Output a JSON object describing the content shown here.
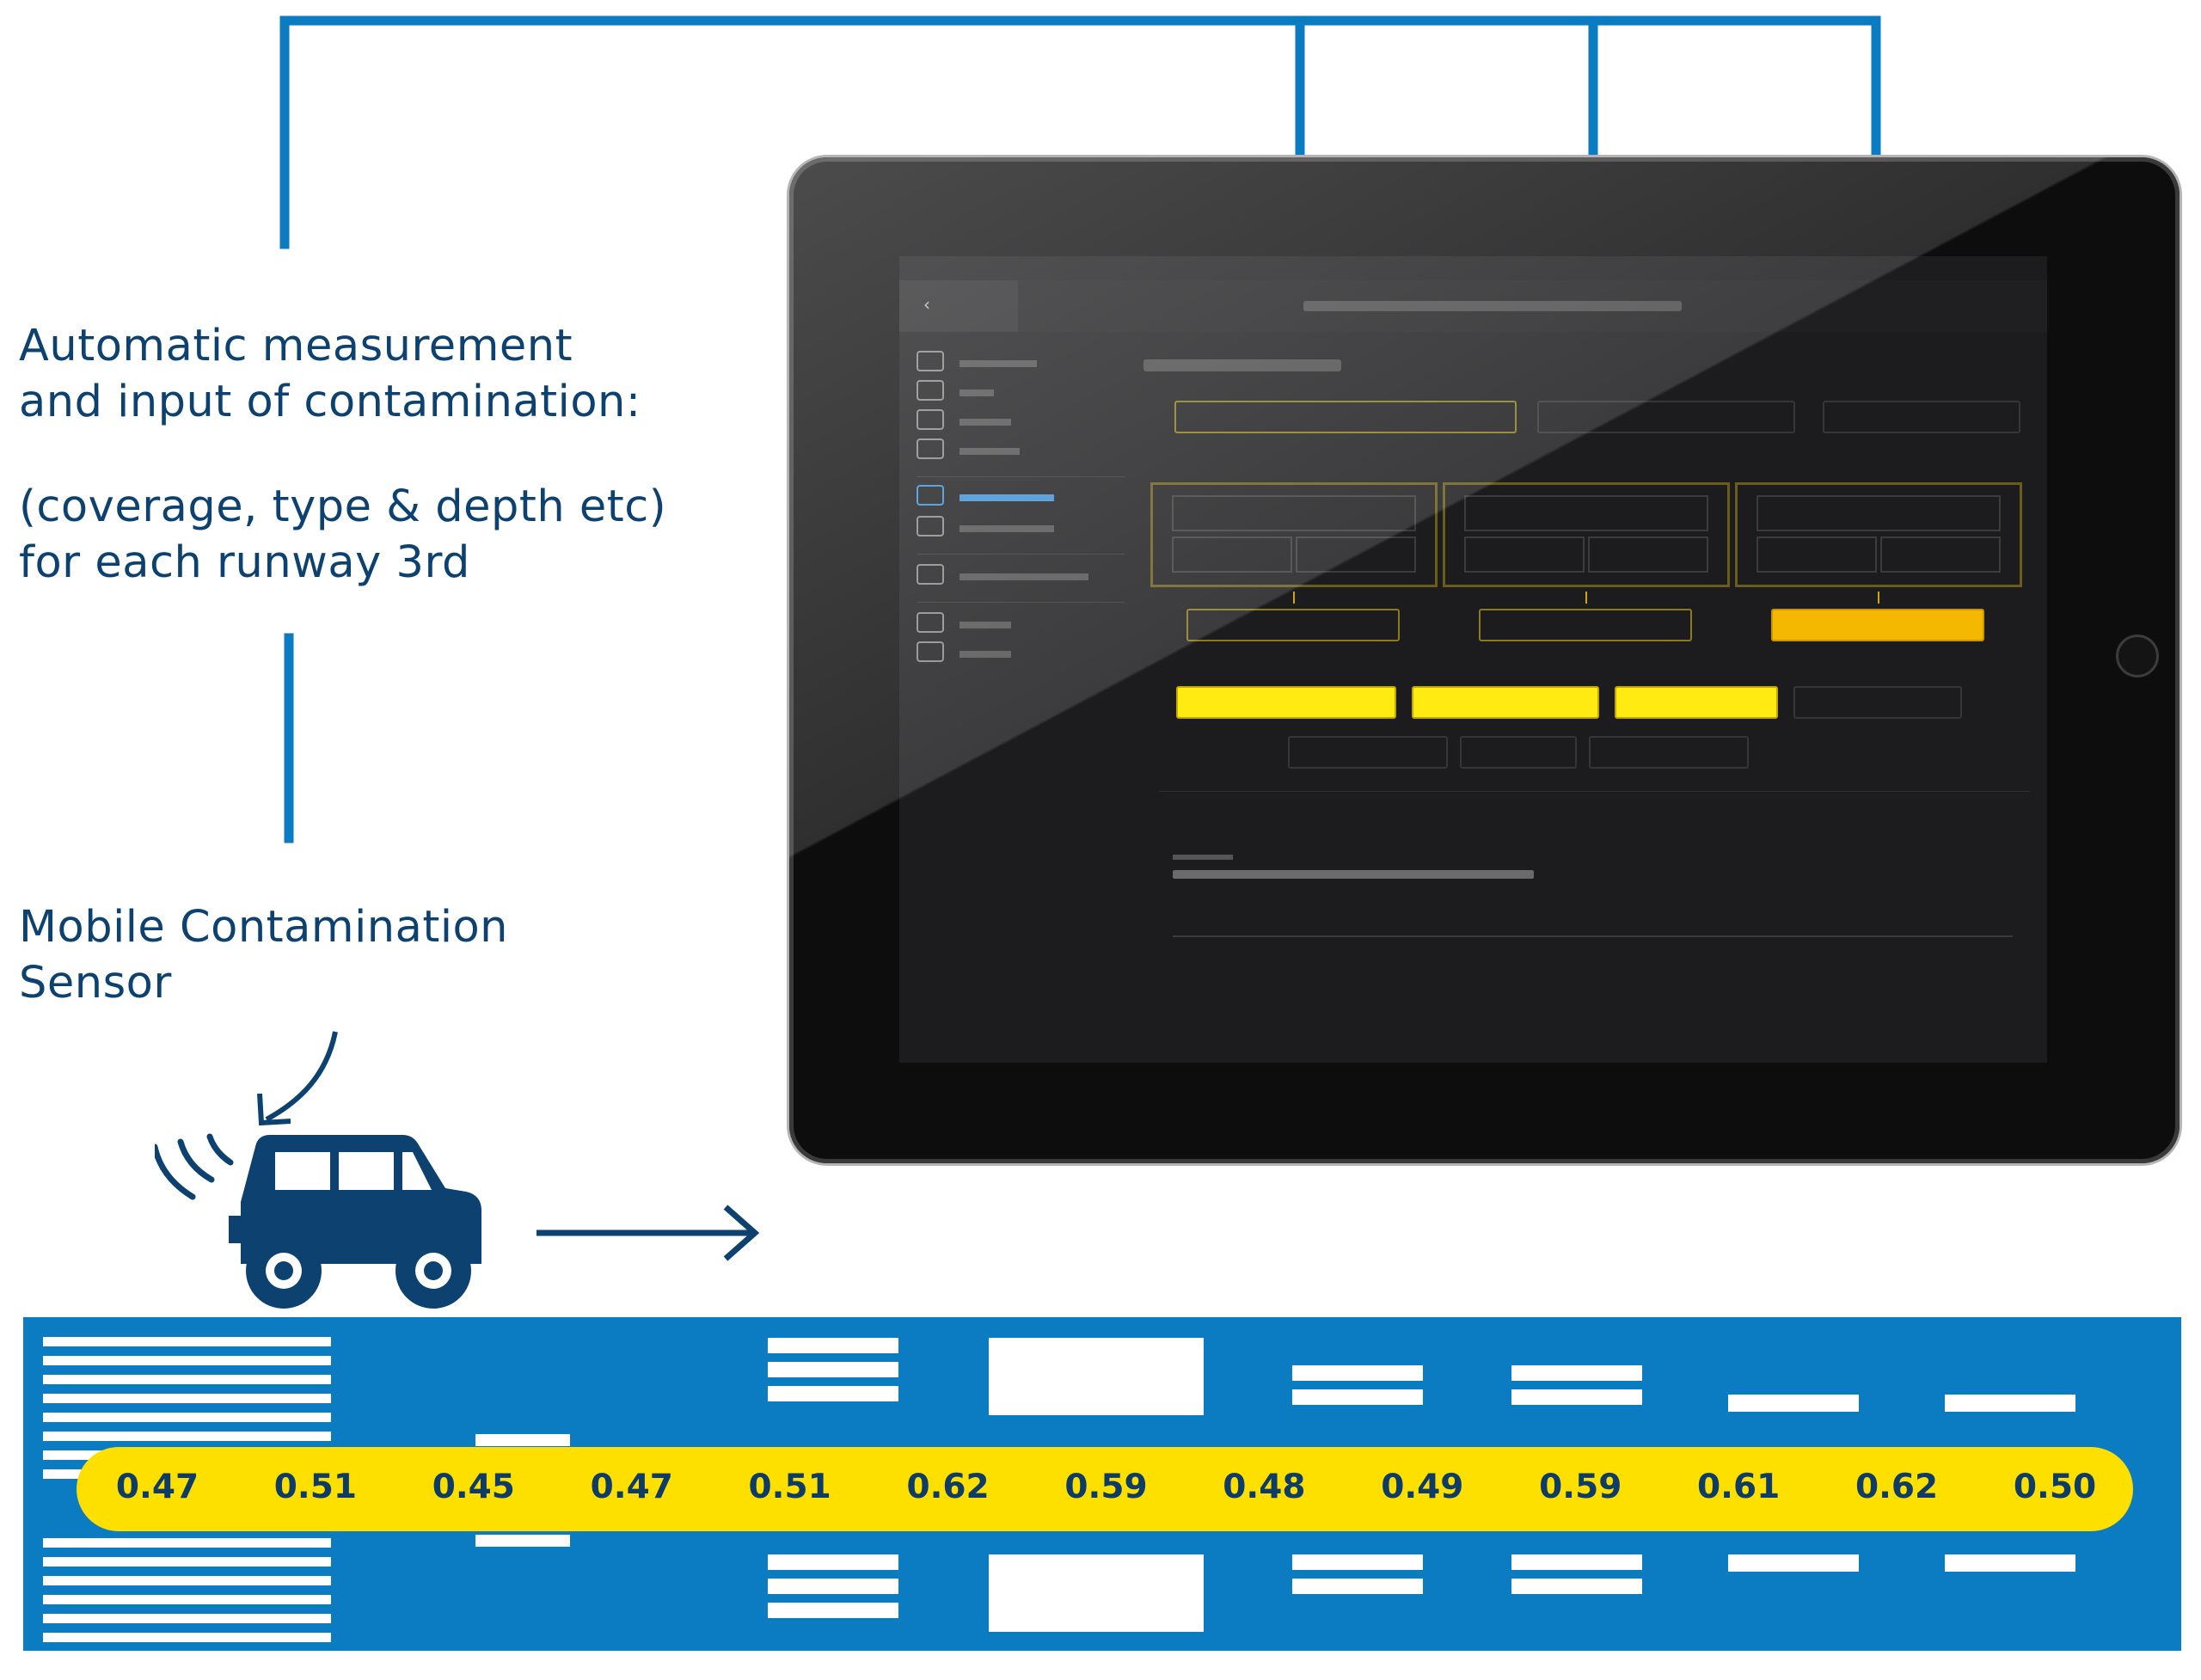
{
  "annotation": {
    "line1": "Automatic measurement",
    "line2": "and input of contamination:",
    "line3": "(coverage, type & depth etc)",
    "line4": "for each runway 3rd"
  },
  "sensor": {
    "line1": "Mobile Contamination",
    "line2": "Sensor"
  },
  "friction_values": [
    "0.47",
    "0.51",
    "0.45",
    "0.47",
    "0.51",
    "0.62",
    "0.59",
    "0.48",
    "0.49",
    "0.59",
    "0.61",
    "0.62",
    "0.50"
  ],
  "colors": {
    "accent_blue": "#0b7bc2",
    "text_navy": "#0c4170",
    "friction_yellow": "#fde000",
    "highlight_yellow": "#ffeb12",
    "highlight_orange": "#f4b800"
  },
  "icons": {
    "vehicle": "suv-vehicle-icon",
    "sensor_waves": "signal-waves-icon",
    "motion": "arrow-right-icon"
  }
}
